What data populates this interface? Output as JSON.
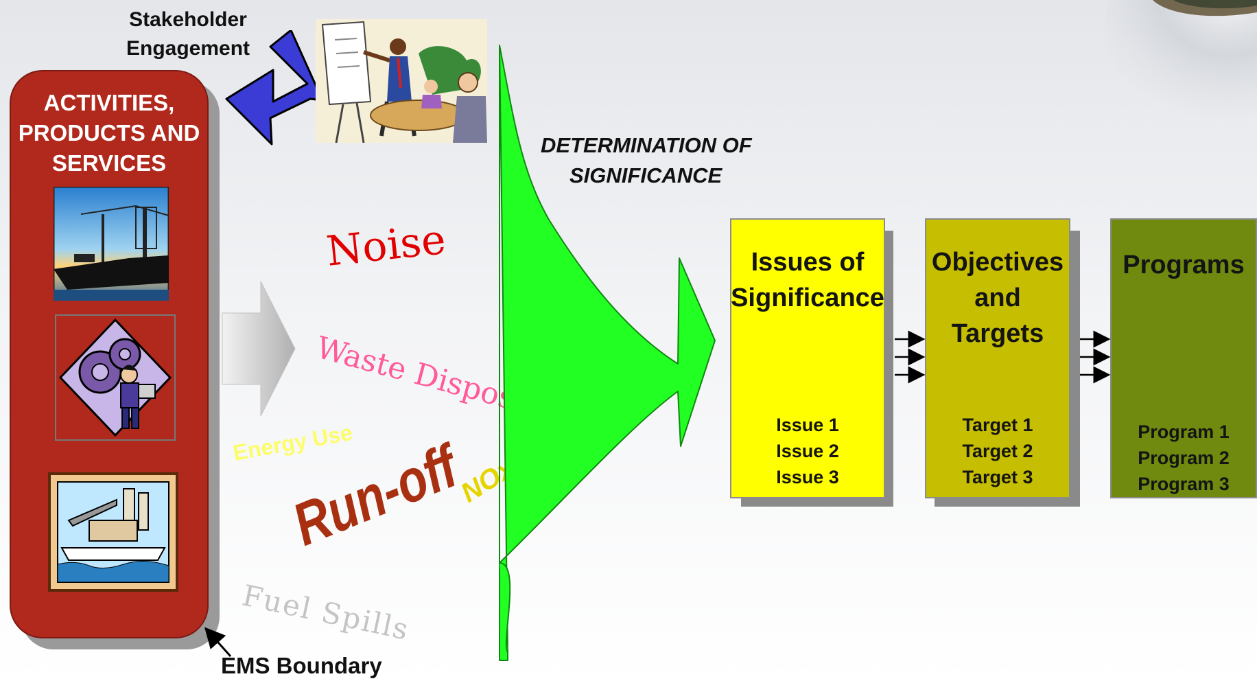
{
  "stakeholder": {
    "label": "Stakeholder Engagement"
  },
  "activities": {
    "title": "ACTIVITIES, PRODUCTS AND SERVICES"
  },
  "ems_boundary": {
    "label": "EMS Boundary"
  },
  "determination": {
    "line1": "DETERMINATION OF",
    "line2": "SIGNIFICANCE"
  },
  "aspects": {
    "noise": "Noise",
    "waste": "Waste Disposal",
    "energy": "Energy Use",
    "runoff": "Run-off",
    "nox": "NOx",
    "fuel": "Fuel Spills"
  },
  "boxes": {
    "issues": {
      "title": "Issues of Significance",
      "items": [
        "Issue 1",
        "Issue 2",
        "Issue 3"
      ]
    },
    "objectives": {
      "title": "Objectives and Targets",
      "items": [
        "Target 1",
        "Target 2",
        "Target 3"
      ]
    },
    "programs": {
      "title": "Programs",
      "items": [
        "Program 1",
        "Program 2",
        "Program 3"
      ]
    }
  },
  "colors": {
    "activities_panel": "#b1291d",
    "issues_box": "#ffff00",
    "objectives_box": "#c6be00",
    "programs_box": "#6f8a0f",
    "significance_arrow": "#22ff22",
    "stakeholder_arrow": "#3b3bd6"
  },
  "icons": [
    "ship-harbor-icon",
    "gear-worker-icon",
    "industrial-port-icon",
    "meeting-presentation-icon",
    "globe-icon"
  ]
}
